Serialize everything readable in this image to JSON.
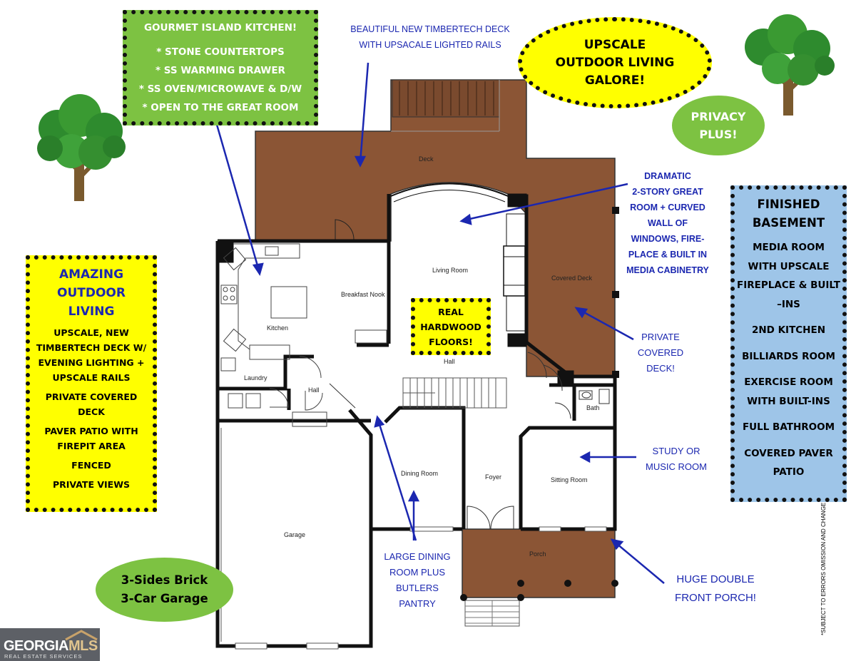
{
  "callouts": {
    "kitchen": {
      "title": "GOURMET ISLAND KITCHEN!",
      "items": [
        "* STONE COUNTERTOPS",
        "* SS  WARMING DRAWER",
        "* SS OVEN/MICROWAVE & D/W",
        "* OPEN TO THE GREAT ROOM"
      ]
    },
    "outdoor": {
      "title": [
        "AMAZING",
        "OUTDOOR",
        "LIVING"
      ],
      "items": [
        [
          "UPSCALE, NEW",
          "TIMBERTECH DECK W/",
          "EVENING LIGHTING +",
          "UPSCALE RAILS"
        ],
        [
          "PRIVATE COVERED",
          "DECK"
        ],
        [
          "PAVER PATIO WITH",
          "FIREPIT AREA"
        ],
        [
          "FENCED"
        ],
        [
          "PRIVATE VIEWS"
        ]
      ]
    },
    "basement": {
      "title": [
        "FINISHED",
        "BASEMENT"
      ],
      "items": [
        [
          "MEDIA ROOM",
          "WITH UPSCALE",
          "FIREPLACE & BUILT",
          "–INS"
        ],
        [
          "2ND KITCHEN"
        ],
        [
          "BILLIARDS ROOM"
        ],
        [
          "EXERCISE ROOM",
          "WITH BUILT-INS"
        ],
        [
          "FULL BATHROOM"
        ],
        [
          "COVERED PAVER",
          "PATIO"
        ]
      ]
    },
    "upscale": [
      "UPSCALE",
      "OUTDOOR LIVING",
      "GALORE!"
    ],
    "privacy": [
      "PRIVACY",
      "PLUS!"
    ],
    "garage": [
      "3-Sides Brick",
      "3-Car Garage"
    ],
    "hardwood": [
      "REAL",
      "HARDWOOD",
      "FLOORS!"
    ]
  },
  "notes": {
    "deck": [
      "BEAUTIFUL NEW TIMBERTECH DECK",
      "WITH UPSACALE LIGHTED RAILS"
    ],
    "great_room": [
      "DRAMATIC",
      "2-STORY GREAT",
      "ROOM + CURVED",
      "WALL OF",
      "WINDOWS, FIRE-",
      "PLACE & BUILT IN",
      "MEDIA CABINETRY"
    ],
    "covered_deck": [
      "PRIVATE",
      "COVERED",
      "DECK!"
    ],
    "study": [
      "STUDY OR",
      "MUSIC ROOM"
    ],
    "dining": [
      "LARGE DINING",
      "ROOM PLUS",
      "BUTLERS",
      "PANTRY"
    ],
    "porch": [
      "HUGE DOUBLE",
      "FRONT PORCH!"
    ]
  },
  "rooms": {
    "deck": "Deck",
    "living": "Living Room",
    "covered_deck": "Covered Deck",
    "kitchen": "Kitchen",
    "breakfast": "Breakfast Nook",
    "laundry": "Laundry",
    "hall1": "Hall",
    "hall2": "Hall",
    "bath": "Bath",
    "dining": "Dining Room",
    "foyer": "Foyer",
    "sitting": "Sitting Room",
    "garage": "Garage",
    "porch": "Porch"
  },
  "logo": {
    "name_a": "GEORGIA",
    "name_b": "MLS",
    "tagline": "REAL ESTATE SERVICES"
  },
  "disclaimer": "*SUBJECT TO ERRORS OMISSION AND CHANGE",
  "colors": {
    "deck_brown": "#8b5535",
    "callout_yellow": "#ffff00",
    "callout_green": "#7dc242",
    "callout_blue": "#9ec5e8",
    "note_blue": "#1b27b0"
  }
}
